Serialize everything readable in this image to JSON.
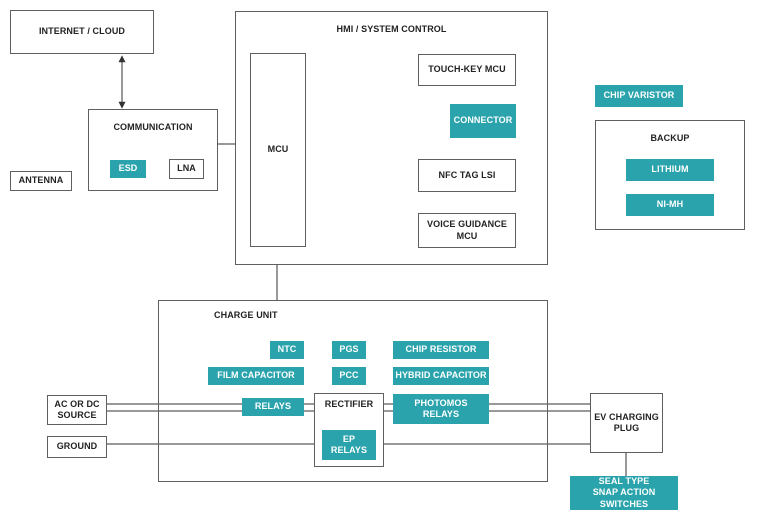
{
  "diagram": {
    "internet_cloud": "INTERNET / CLOUD",
    "hmi": {
      "title": "HMI / SYSTEM CONTROL",
      "mcu": "MCU",
      "touch_key_mcu": "TOUCH-KEY MCU",
      "connector": "CONNECTOR",
      "nfc_tag_lsi": "NFC TAG LSI",
      "voice_guidance_mcu": "VOICE GUIDANCE\nMCU"
    },
    "communication": {
      "title": "COMMUNICATION",
      "esd": "ESD",
      "lna": "LNA"
    },
    "antenna": "ANTENNA",
    "chip_varistor": "CHIP VARISTOR",
    "backup": {
      "title": "BACKUP",
      "lithium": "LITHIUM",
      "nimh": "Ni-MH"
    },
    "charge_unit": {
      "title": "CHARGE UNIT",
      "ntc": "NTC",
      "pgs": "PGS",
      "chip_resistor": "CHIP RESISTOR",
      "film_capacitor": "FILM CAPACITOR",
      "pcc": "PCC",
      "hybrid_capacitor": "HYBRID CAPACITOR",
      "relays": "RELAYS",
      "rectifier": "RECTIFIER",
      "photomos_relays": "PHOTOMOS\nRELAYS",
      "ep_relays": "EP\nRELAYS"
    },
    "ac_dc_source": "AC OR DC\nSOURCE",
    "ground": "GROUND",
    "ev_charging_plug": "EV CHARGING\nPLUG",
    "seal_type_switches": "SEAL TYPE\nSNAP ACTION SWITCHES"
  },
  "colors": {
    "accent": "#2aa3ad",
    "border": "#5f5f5f",
    "text": "#222222"
  }
}
